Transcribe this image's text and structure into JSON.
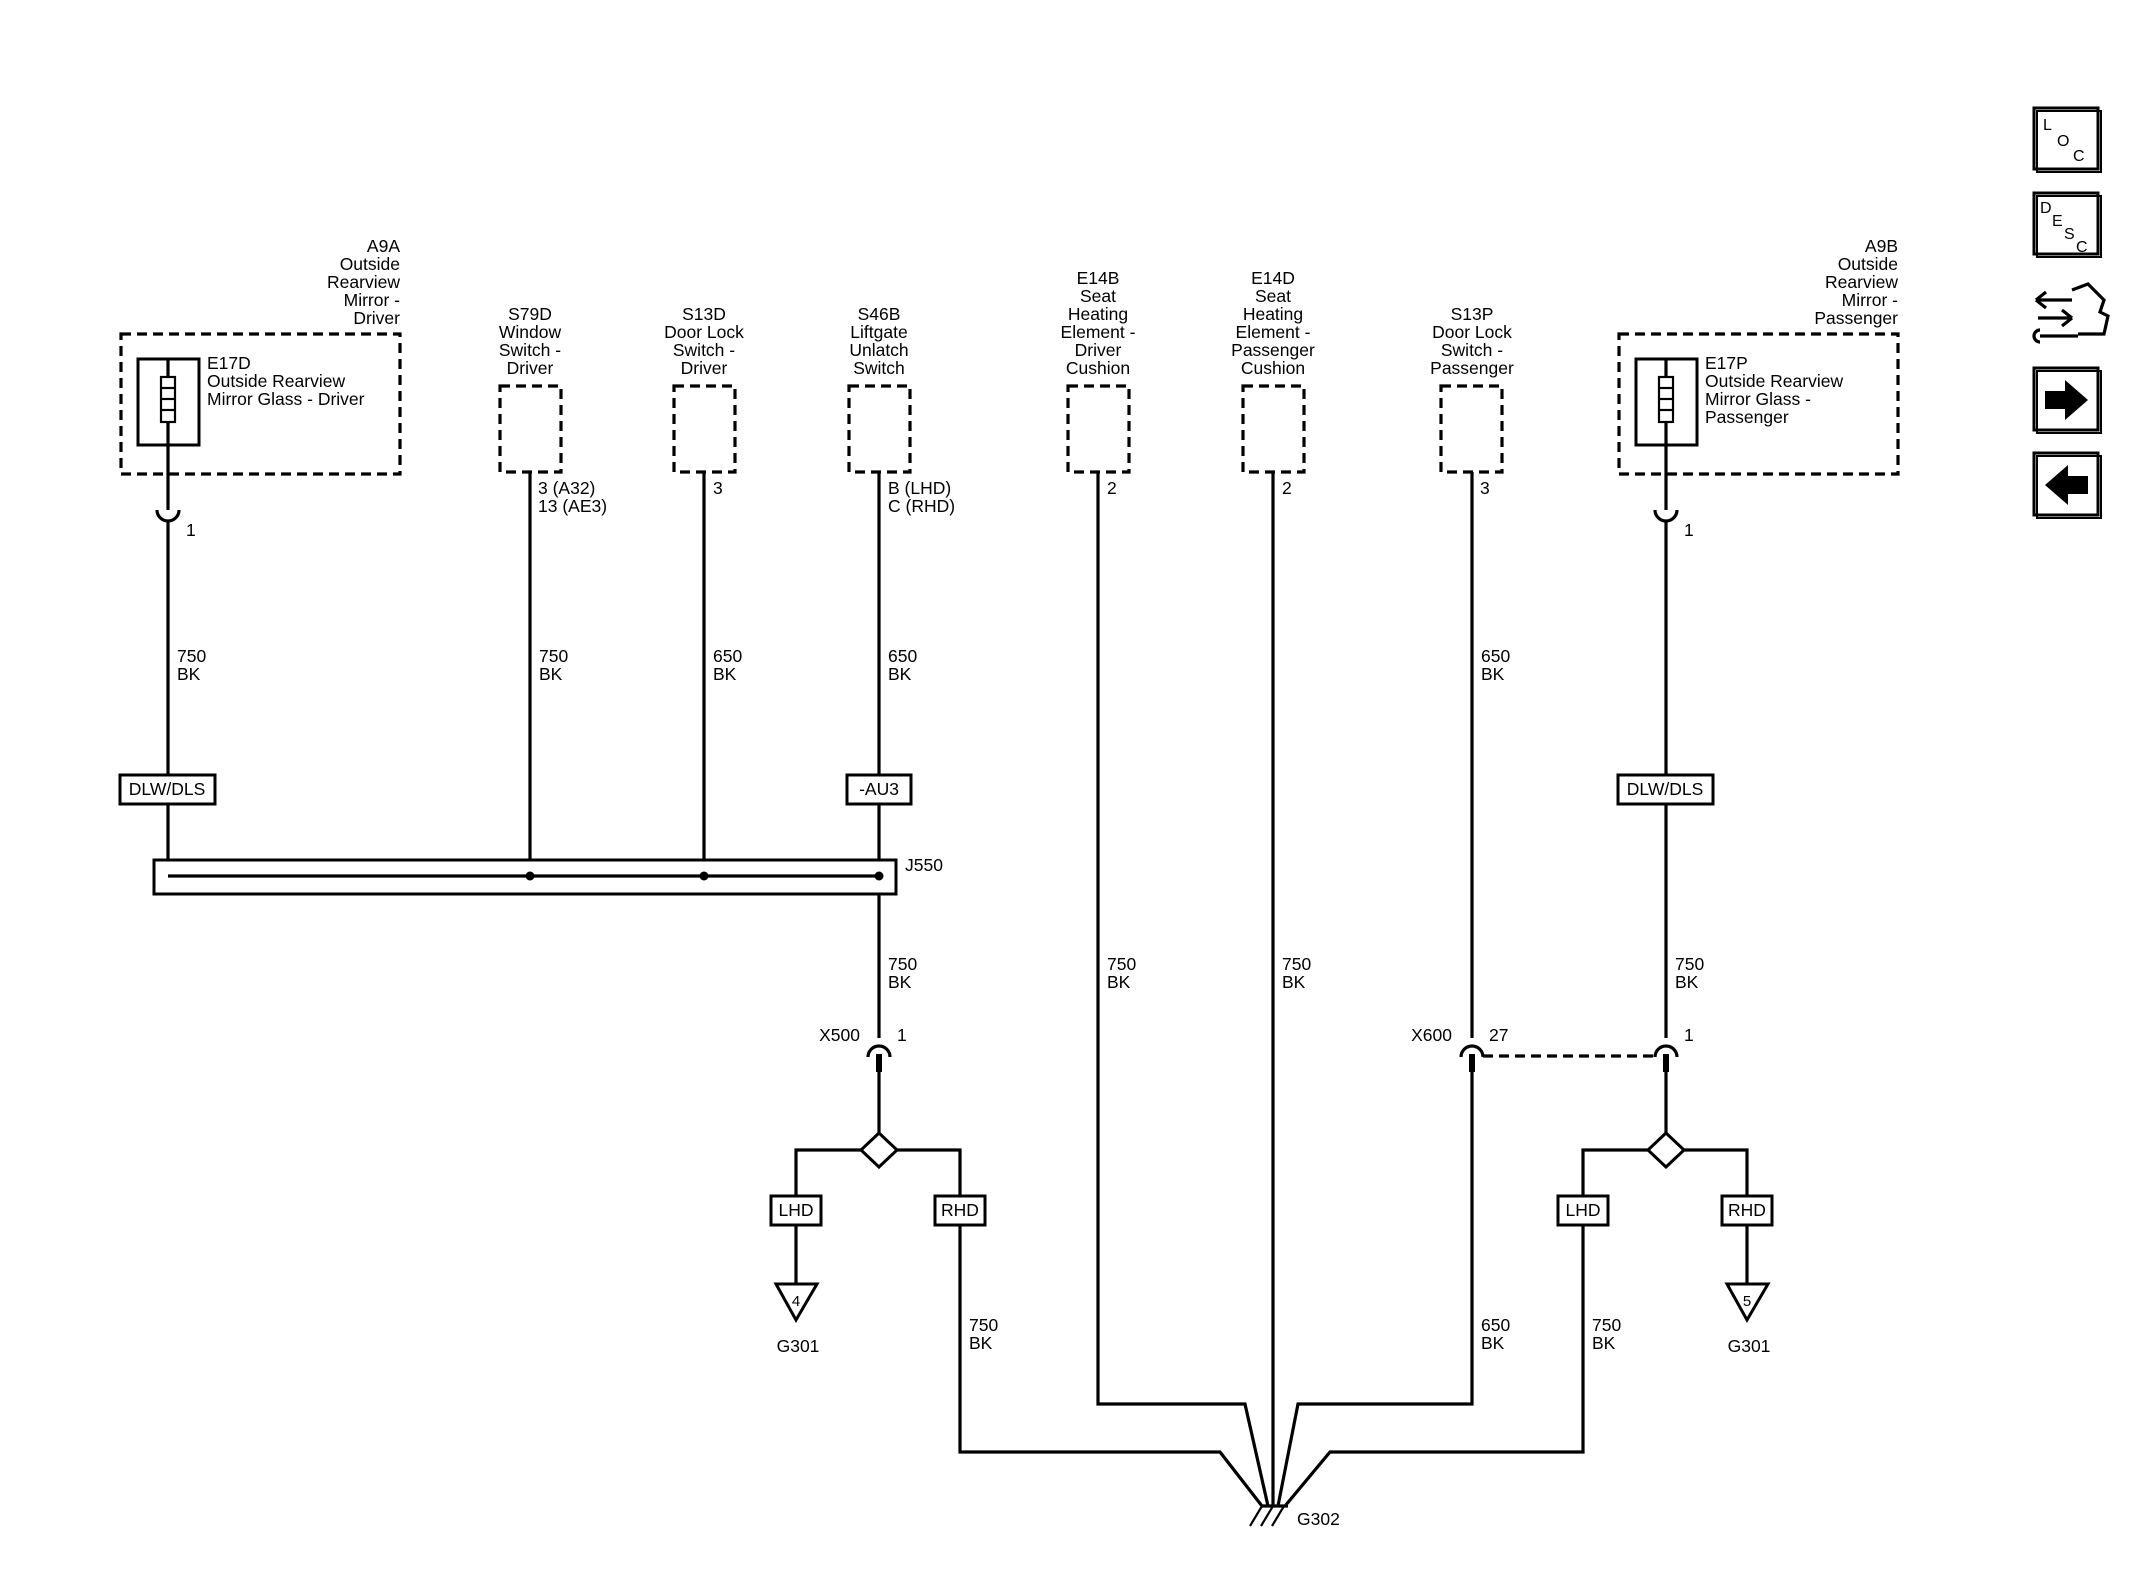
{
  "components": {
    "a9a": {
      "ref": "A9A",
      "lines": [
        "Outside",
        "Rearview",
        "Mirror -",
        "Driver"
      ]
    },
    "e17d": {
      "ref": "E17D",
      "lines": [
        "Outside Rearview",
        "Mirror Glass - Driver"
      ]
    },
    "s79d": {
      "ref": "S79D",
      "lines": [
        "Window",
        "Switch -",
        "Driver"
      ]
    },
    "s13d": {
      "ref": "S13D",
      "lines": [
        "Door Lock",
        "Switch -",
        "Driver"
      ]
    },
    "s46b": {
      "ref": "S46B",
      "lines": [
        "Liftgate",
        "Unlatch",
        "Switch"
      ]
    },
    "e14b": {
      "ref": "E14B",
      "lines": [
        "Seat",
        "Heating",
        "Element -",
        "Driver",
        "Cushion"
      ]
    },
    "e14d": {
      "ref": "E14D",
      "lines": [
        "Seat",
        "Heating",
        "Element -",
        "Passenger",
        "Cushion"
      ]
    },
    "s13p": {
      "ref": "S13P",
      "lines": [
        "Door Lock",
        "Switch -",
        "Passenger"
      ]
    },
    "a9b": {
      "ref": "A9B",
      "lines": [
        "Outside",
        "Rearview",
        "Mirror -",
        "Passenger"
      ]
    },
    "e17p": {
      "ref": "E17P",
      "lines": [
        "Outside Rearview",
        "Mirror Glass -",
        "Passenger"
      ]
    }
  },
  "pins": {
    "e17d": "1",
    "s79d": [
      "3 (A32)",
      "13 (AE3)"
    ],
    "s13d": "3",
    "s46b": [
      "B (LHD)",
      "C (RHD)"
    ],
    "e14b": "2",
    "e14d": "2",
    "s13p": "3",
    "e17p": "1",
    "x500": "1",
    "x600": "27",
    "x600_right": "1"
  },
  "wires": {
    "w_e17d": [
      "750",
      "BK"
    ],
    "w_s79d": [
      "750",
      "BK"
    ],
    "w_s13d": [
      "650",
      "BK"
    ],
    "w_s46b": [
      "650",
      "BK"
    ],
    "w_s13p": [
      "650",
      "BK"
    ],
    "w_j550_out": [
      "750",
      "BK"
    ],
    "w_e14b": [
      "750",
      "BK"
    ],
    "w_e14d": [
      "750",
      "BK"
    ],
    "w_e17p": [
      "750",
      "BK"
    ],
    "w_rhd_left": [
      "750",
      "BK"
    ],
    "w_x600": [
      "650",
      "BK"
    ],
    "w_lhd_right": [
      "750",
      "BK"
    ]
  },
  "options": {
    "dlw_left": "DLW/DLS",
    "au3": "-AU3",
    "dlw_right": "DLW/DLS",
    "lhd_left": "LHD",
    "rhd_left": "RHD",
    "lhd_right": "LHD",
    "rhd_right": "RHD"
  },
  "splice": "J550",
  "connectors": {
    "x500": "X500",
    "x600": "X600"
  },
  "grounds": {
    "g301_left": {
      "label": "G301",
      "ref": "4"
    },
    "g301_right": {
      "label": "G301",
      "ref": "5"
    },
    "g302": {
      "label": "G302"
    }
  },
  "nav": {
    "loc": [
      "L",
      "O",
      "C"
    ],
    "desc": [
      "D",
      "E",
      "S",
      "C"
    ],
    "icons": [
      "connector-end-view-icon",
      "right-arrow-icon",
      "left-arrow-icon"
    ]
  }
}
